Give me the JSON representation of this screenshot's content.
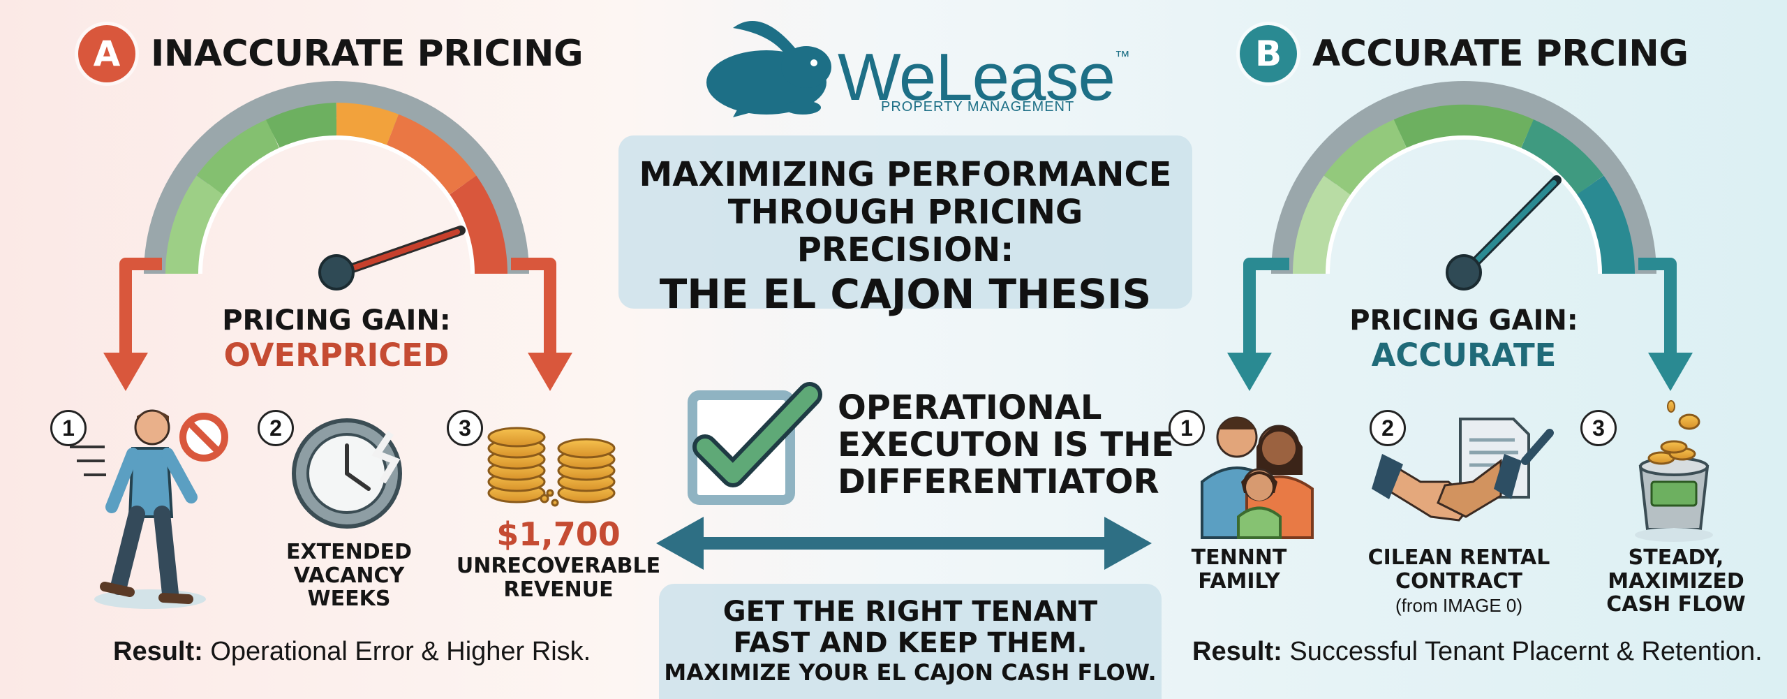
{
  "logo": {
    "name": "WeLease",
    "trademark": "™",
    "subtitle": "PROPERTY MANAGEMENT"
  },
  "center": {
    "thesis_line1": "MAXIMIZING PERFORMANCE",
    "thesis_line2": "THROUGH PRICING PRECISION:",
    "thesis_line3": "THE EL CAJON THESIS",
    "operational_line1": "OPERATIONAL",
    "operational_line2": "EXECUTON IS THE",
    "operational_line3": "DIFFERENTIATOR",
    "cta_line1": "GET THE RIGHT TENANT",
    "cta_line2": "FAST AND KEEP THEM.",
    "cta_line3": "MAXIMIZE YOUR EL CAJON CASH FLOW."
  },
  "left": {
    "letter": "A",
    "title": "INACCURATE PRICING",
    "gain_label": "PRICING GAIN:",
    "gain_value": "OVERPRICED",
    "steps": [
      {
        "num": "1",
        "caption": ""
      },
      {
        "num": "2",
        "caption": "EXTENDED\nVACANCY\nWEEKS"
      },
      {
        "num": "3",
        "amount": "$1,700",
        "caption": "UNRECOVERABLE\nREVENUE"
      }
    ],
    "result_label": "Result:",
    "result_text": " Operational Error & Higher Risk."
  },
  "right": {
    "letter": "B",
    "title": "ACCURATE PRCING",
    "gain_label": "PRICING GAIN:",
    "gain_value": "ACCURATE",
    "steps": [
      {
        "num": "1",
        "caption": "TENNNT\nFAMILY"
      },
      {
        "num": "2",
        "caption": "CILEAN RENTAL\nCONTRACT",
        "note": "(from IMAGE 0)"
      },
      {
        "num": "3",
        "caption": "STEADY,\nMAXIMIZED\nCASH FLOW"
      }
    ],
    "result_label": "Result:",
    "result_text": " Successful Tenant Placernt & Retention."
  },
  "colors": {
    "red": "#d9573c",
    "red_text": "#c54b32",
    "teal": "#2a8a92",
    "teal_text": "#1f6a78",
    "navy": "#1d6f86"
  }
}
